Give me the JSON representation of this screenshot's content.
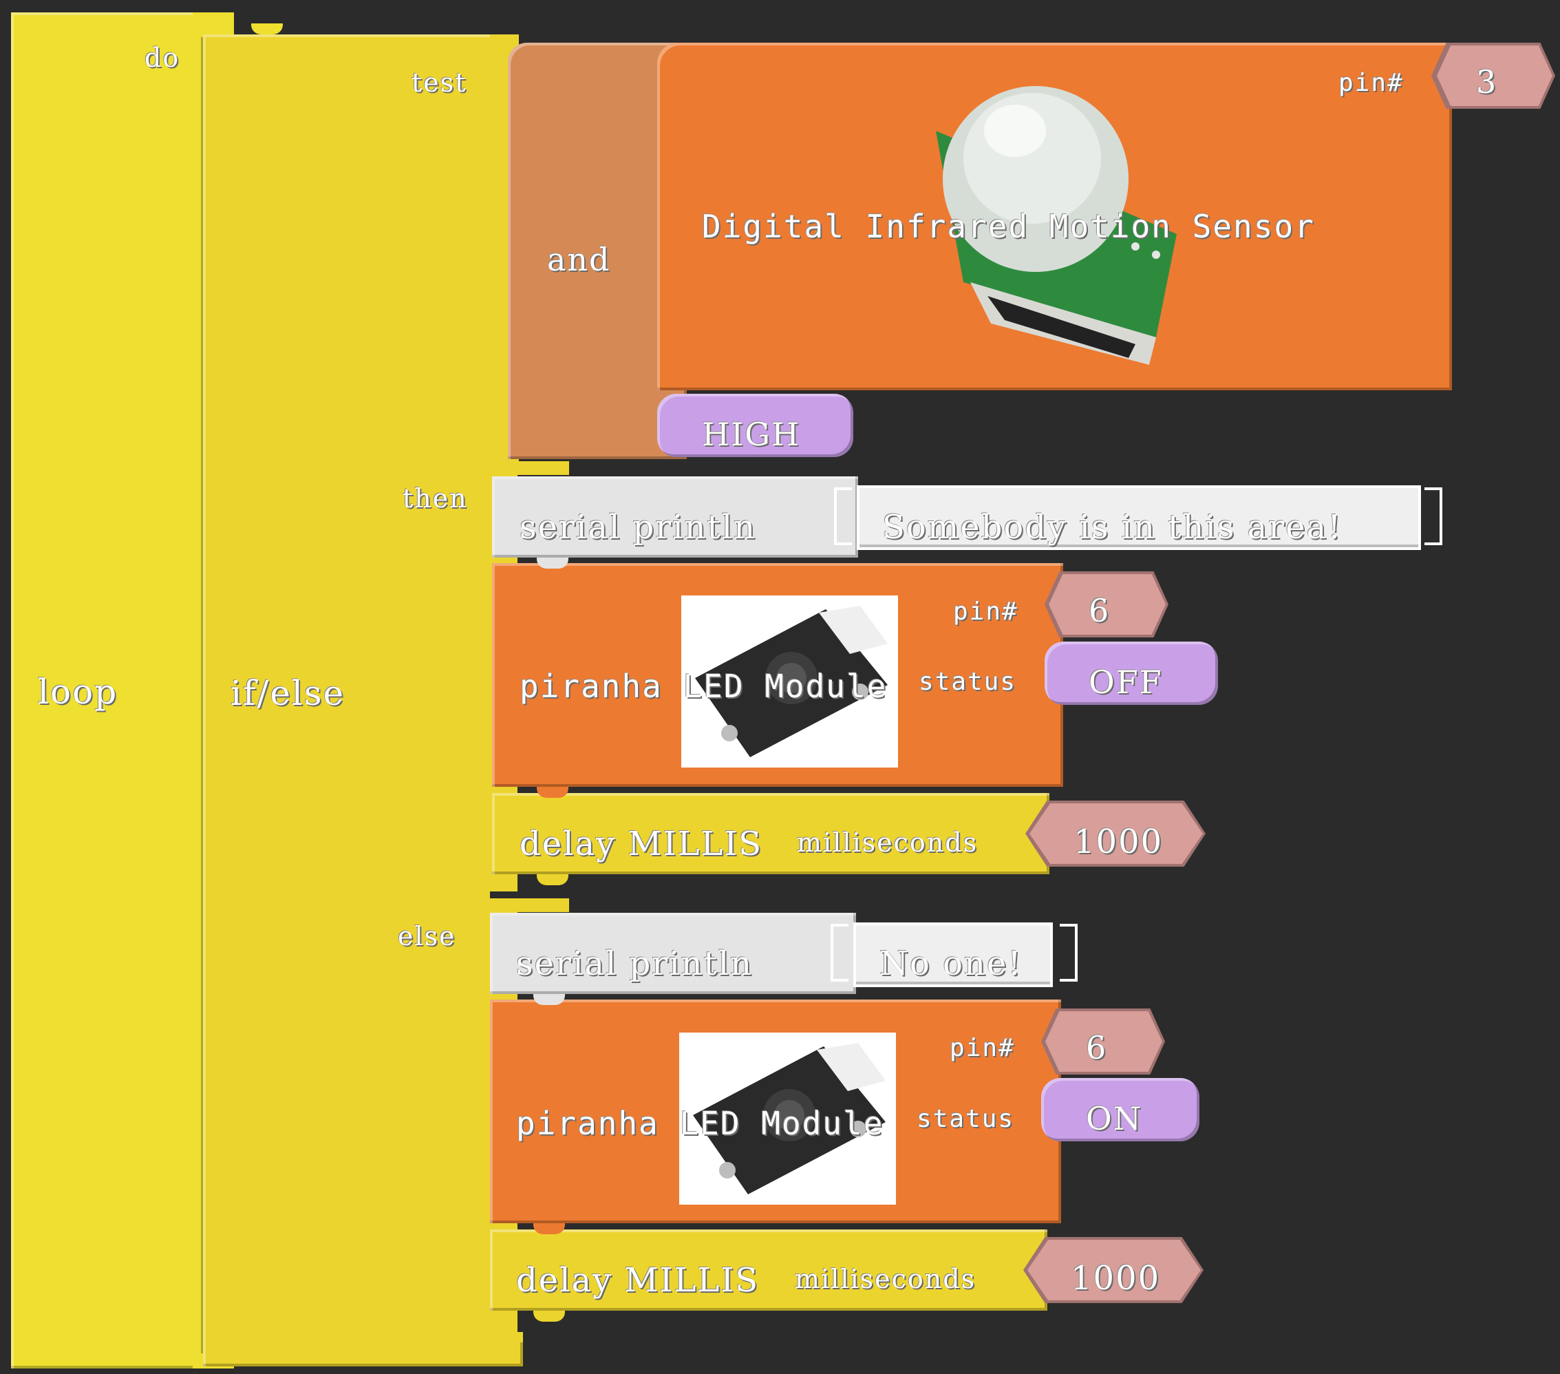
{
  "loop": {
    "label": "loop",
    "do_label": "do"
  },
  "ifelse": {
    "label": "if/else",
    "test_label": "test",
    "then_label": "then",
    "else_label": "else"
  },
  "and_block": {
    "label": "and"
  },
  "pir_sensor": {
    "label": "Digital Infrared Motion Sensor",
    "pin_label": "pin#",
    "pin_value": "3"
  },
  "high_value": "HIGH",
  "then_branch": {
    "println": {
      "label": "serial println",
      "text": "Somebody is in this area!"
    },
    "led": {
      "label": "piranha LED Module",
      "pin_label": "pin#",
      "pin_value": "6",
      "status_label": "status",
      "status_value": "OFF"
    },
    "delay": {
      "label": "delay MILLIS",
      "unit_label": "milliseconds",
      "value": "1000"
    }
  },
  "else_branch": {
    "println": {
      "label": "serial println",
      "text": "No one!"
    },
    "led": {
      "label": "piranha LED Module",
      "pin_label": "pin#",
      "pin_value": "6",
      "status_label": "status",
      "status_value": "ON"
    },
    "delay": {
      "label": "delay MILLIS",
      "unit_label": "milliseconds",
      "value": "1000"
    }
  },
  "colors": {
    "background": "#2b2b2b",
    "control_yellow": "#ecd42e",
    "hardware_orange": "#ed7a31",
    "logic_brown": "#d58a56",
    "serial_gray": "#e4e4e4",
    "boolean_purple": "#c9a0e8",
    "number_pink": "#d89e99"
  },
  "icons": {
    "pir_sensor_image": "pir-sensor-icon",
    "led_module_image": "led-module-icon"
  }
}
